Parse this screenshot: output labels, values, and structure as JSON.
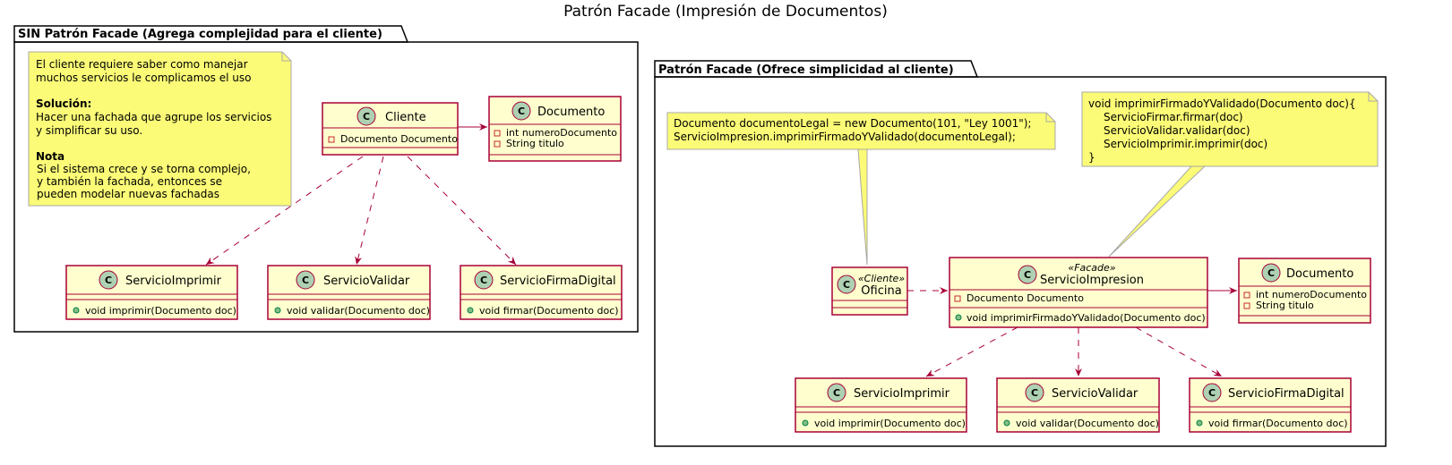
{
  "title": "Patrón Facade (Impresión de Documentos)",
  "packages": [
    {
      "label": "SIN Patrón Facade (Agrega complejidad para el cliente)"
    },
    {
      "label": "Patrón Facade (Ofrece simplicidad al cliente)"
    }
  ],
  "classes": {
    "cliente": {
      "name": "Cliente",
      "attrs": [
        "Documento Documento"
      ],
      "methods": []
    },
    "documento1": {
      "name": "Documento",
      "attrs": [
        "int numeroDocumento",
        "String titulo"
      ],
      "methods": []
    },
    "imprimir1": {
      "name": "ServicioImprimir",
      "attrs": [],
      "methods": [
        "void imprimir(Documento doc)"
      ]
    },
    "validar1": {
      "name": "ServicioValidar",
      "attrs": [],
      "methods": [
        "void validar(Documento doc)"
      ]
    },
    "firma1": {
      "name": "ServicioFirmaDigital",
      "attrs": [],
      "methods": [
        "void firmar(Documento doc)"
      ]
    },
    "oficina": {
      "name": "Oficina",
      "stereotype": "«Cliente»",
      "attrs": [],
      "methods": []
    },
    "impresion": {
      "name": "ServicioImpresion",
      "stereotype": "«Facade»",
      "attrs": [
        "Documento Documento"
      ],
      "methods": [
        "void imprimirFirmadoYValidado(Documento doc)"
      ]
    },
    "documento2": {
      "name": "Documento",
      "attrs": [
        "int numeroDocumento",
        "String titulo"
      ],
      "methods": []
    },
    "imprimir2": {
      "name": "ServicioImprimir",
      "attrs": [],
      "methods": [
        "void imprimir(Documento doc)"
      ]
    },
    "validar2": {
      "name": "ServicioValidar",
      "attrs": [],
      "methods": [
        "void validar(Documento doc)"
      ]
    },
    "firma2": {
      "name": "ServicioFirmaDigital",
      "attrs": [],
      "methods": [
        "void firmar(Documento doc)"
      ]
    }
  },
  "notes": {
    "left": {
      "line1": "El cliente requiere saber como manejar",
      "line2": "muchos servicios le complicamos el uso",
      "solucion_heading": "Solución:",
      "solucion_line1": "Hacer una fachada que agrupe los servicios",
      "solucion_line2": "y simplificar su uso.",
      "nota_heading": "Nota",
      "nota_line1": "Si el sistema crece y se torna complejo,",
      "nota_line2": "y también la fachada, entonces se",
      "nota_line3": "pueden modelar nuevas fachadas"
    },
    "usage": {
      "line1": "Documento documentoLegal = new Documento(101, \"Ley 1001\");",
      "line2": "ServicioImpresion.imprimirFirmadoYValidado(documentoLegal);"
    },
    "impl": {
      "line1": "void imprimirFirmadoYValidado(Documento doc){",
      "line2": "ServicioFirmar.firmar(doc)",
      "line3": "ServicioValidar.validar(doc)",
      "line4": "ServicioImprimir.imprimir(doc)",
      "line5": "}"
    }
  },
  "colors": {
    "class_fill": "#FEFECE",
    "class_border": "#A80036",
    "note_fill": "#FBFB77",
    "note_border": "#A8A8A8",
    "class_icon": "#ADD1B2",
    "private_marker": "#C82930",
    "public_marker": "#84BE84"
  }
}
